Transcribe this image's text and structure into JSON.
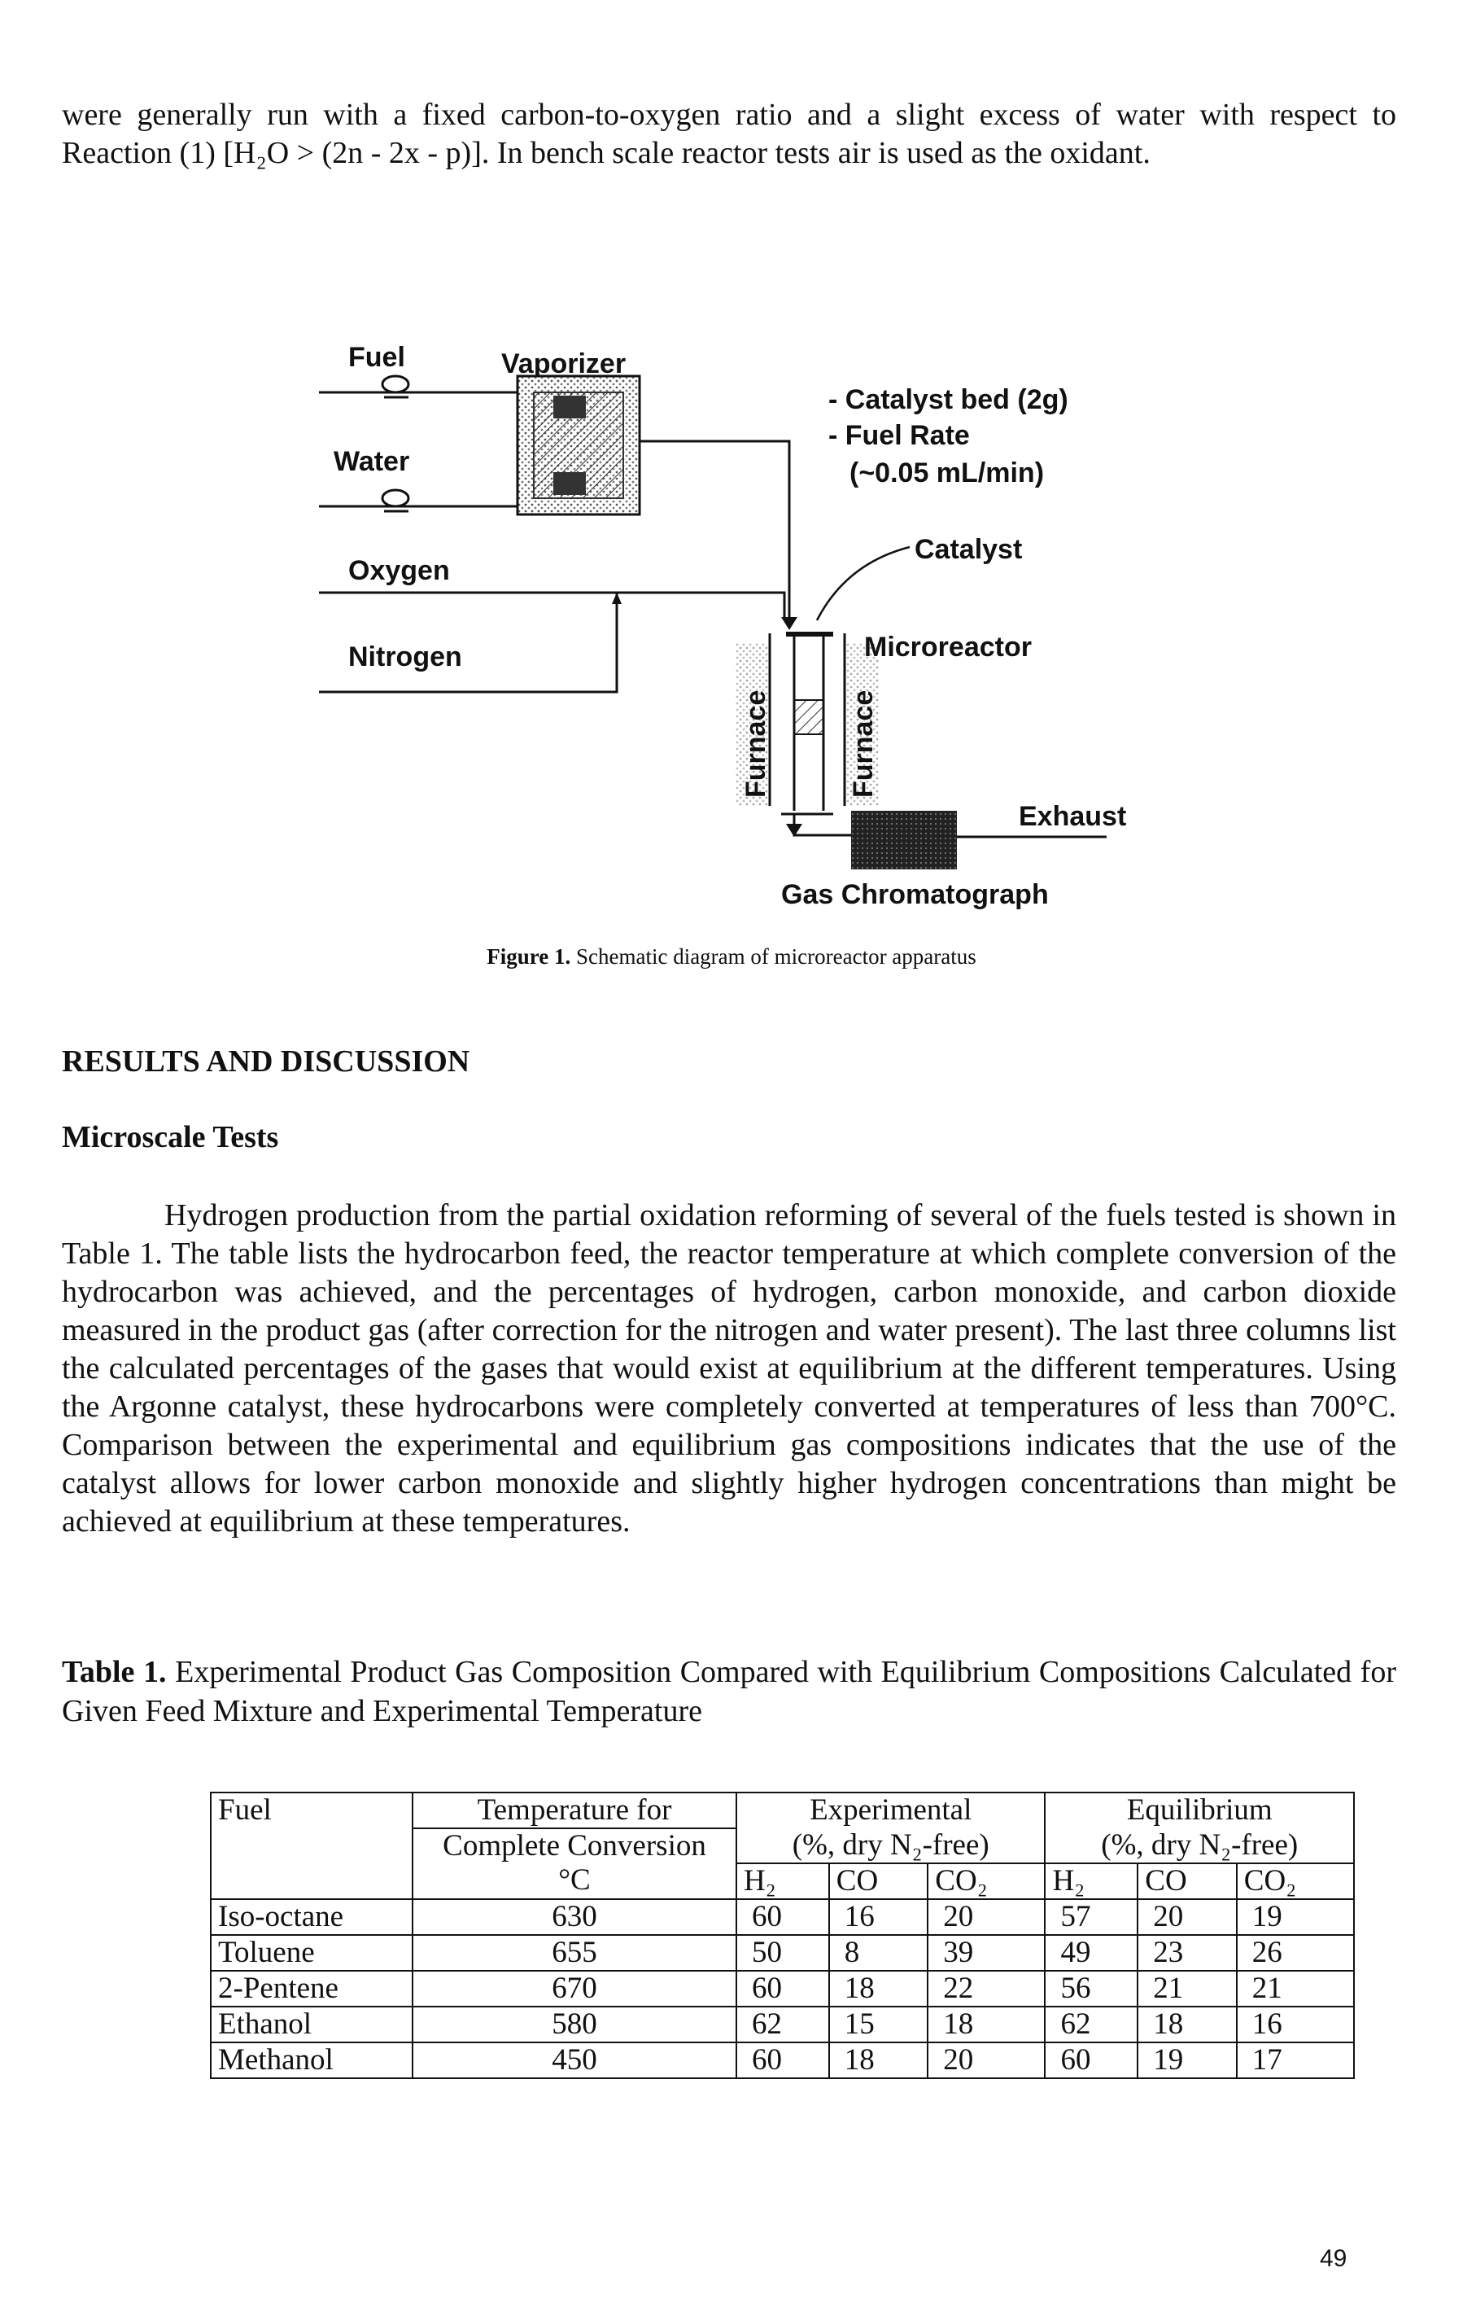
{
  "intro_text": "were generally run with a fixed carbon-to-oxygen ratio and a slight excess of water with respect to Reaction (1) [H₂O > (2n - 2x - p)]. In bench scale reactor tests air is used as the oxidant.",
  "figure": {
    "labels": {
      "fuel": "Fuel",
      "vaporizer": "Vaporizer",
      "water": "Water",
      "oxygen": "Oxygen",
      "nitrogen": "Nitrogen",
      "catalyst_bed": "- Catalyst bed (2g)",
      "fuel_rate": "- Fuel Rate",
      "fuel_rate_value": "(~0.05 mL/min)",
      "catalyst": "Catalyst",
      "microreactor": "Microreactor",
      "furnace_left": "Furnace",
      "furnace_right": "Furnace",
      "exhaust": "Exhaust",
      "gas_chromatograph": "Gas Chromatograph"
    },
    "caption_label": "Figure 1.",
    "caption_text": "Schematic diagram of microreactor apparatus"
  },
  "section_heading": "RESULTS AND DISCUSSION",
  "subsection_heading": "Microscale Tests",
  "body_text": "Hydrogen production from the partial oxidation reforming of several of the fuels tested is shown in Table 1. The table lists the hydrocarbon feed, the reactor temperature at which complete conversion of the hydrocarbon was achieved, and the percentages of hydrogen, carbon monoxide, and carbon dioxide measured in the product gas (after correction for the nitrogen and water present). The last three columns list the calculated percentages of the gases that would exist at equilibrium at the different temperatures. Using the Argonne catalyst, these hydrocarbons were completely converted at temperatures of less than 700°C. Comparison between the experimental and equilibrium gas compositions indicates that the use of the catalyst allows for lower carbon monoxide and slightly higher hydrogen concentrations than might be achieved at equilibrium at these temperatures.",
  "table": {
    "caption_label": "Table 1.",
    "caption_text": "Experimental Product Gas Composition Compared with Equilibrium Compositions Calculated for Given Feed Mixture and Experimental Temperature",
    "headers": {
      "fuel": "Fuel",
      "temp_line1": "Temperature for",
      "temp_line2": "Complete Conversion",
      "temp_unit": "°C",
      "exp_line1": "Experimental",
      "exp_line2": "(%, dry N₂-free)",
      "eq_line1": "Equilibrium",
      "eq_line2": "(%, dry N₂-free)",
      "h2": "H₂",
      "co": "CO",
      "co2": "CO₂"
    },
    "rows": [
      {
        "fuel": "Iso-octane",
        "temp": "630",
        "exp_h2": "60",
        "exp_co": "16",
        "exp_co2": "20",
        "eq_h2": "57",
        "eq_co": "20",
        "eq_co2": "19"
      },
      {
        "fuel": "Toluene",
        "temp": "655",
        "exp_h2": "50",
        "exp_co": "8",
        "exp_co2": "39",
        "eq_h2": "49",
        "eq_co": "23",
        "eq_co2": "26"
      },
      {
        "fuel": "2-Pentene",
        "temp": "670",
        "exp_h2": "60",
        "exp_co": "18",
        "exp_co2": "22",
        "eq_h2": "56",
        "eq_co": "21",
        "eq_co2": "21"
      },
      {
        "fuel": "Ethanol",
        "temp": "580",
        "exp_h2": "62",
        "exp_co": "15",
        "exp_co2": "18",
        "eq_h2": "62",
        "eq_co": "18",
        "eq_co2": "16"
      },
      {
        "fuel": "Methanol",
        "temp": "450",
        "exp_h2": "60",
        "exp_co": "18",
        "exp_co2": "20",
        "eq_h2": "60",
        "eq_co": "19",
        "eq_co2": "17"
      }
    ]
  },
  "page_number": "49"
}
